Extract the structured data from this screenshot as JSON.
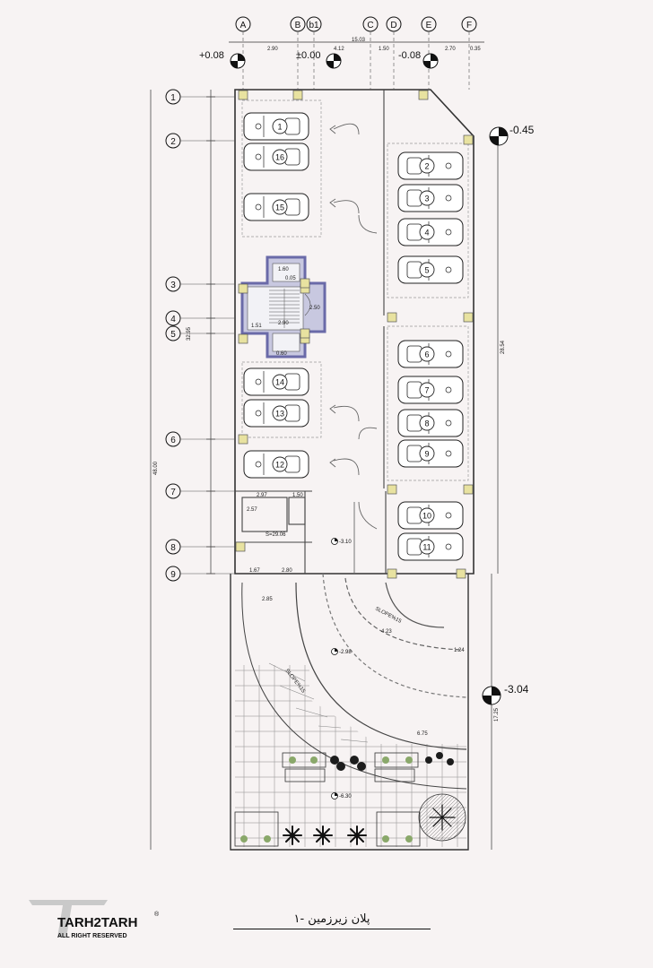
{
  "grid_cols": [
    "A",
    "B",
    "b1",
    "C",
    "D",
    "E",
    "F"
  ],
  "grid_rows": [
    "1",
    "2",
    "3",
    "4",
    "5",
    "6",
    "7",
    "8",
    "9"
  ],
  "levels": {
    "top_left": "+0.08",
    "top_mid": "±0.00",
    "top_right": "-0.08",
    "right_upper": "-0.45",
    "right_lower": "-3.04",
    "ramp_top": "-3.10",
    "ramp_mid": "-2.98",
    "yard": "-6.30"
  },
  "parking_left": [
    "1",
    "16",
    "15",
    "14",
    "13",
    "12"
  ],
  "parking_right": [
    "2",
    "3",
    "4",
    "5",
    "6",
    "7",
    "8",
    "9",
    "10",
    "11"
  ],
  "dims": {
    "top": [
      "2.90",
      "4.12",
      "15.03",
      "1.50",
      "2.70",
      "0.35"
    ],
    "left_outer": "48.00",
    "left_inner": "32.95",
    "right_upper": "28.54",
    "right_lower": "17.25",
    "stair": [
      "1.60",
      "0.05",
      "2.90",
      "1.51",
      "2.50",
      "0.60"
    ],
    "misc": [
      "2.97",
      "1.50",
      "2.57",
      "1.67",
      "2.80",
      "2.85",
      "6.75",
      "4.23",
      "1.24"
    ],
    "area_note": "S=29.06"
  },
  "ramp_labels": [
    "SLOPE%15",
    "SLOPE%15"
  ],
  "logo": {
    "name": "TARH2TARH",
    "sub": "ALL RIGHT RESERVED"
  },
  "caption": "پلان زیرزمین -۱"
}
